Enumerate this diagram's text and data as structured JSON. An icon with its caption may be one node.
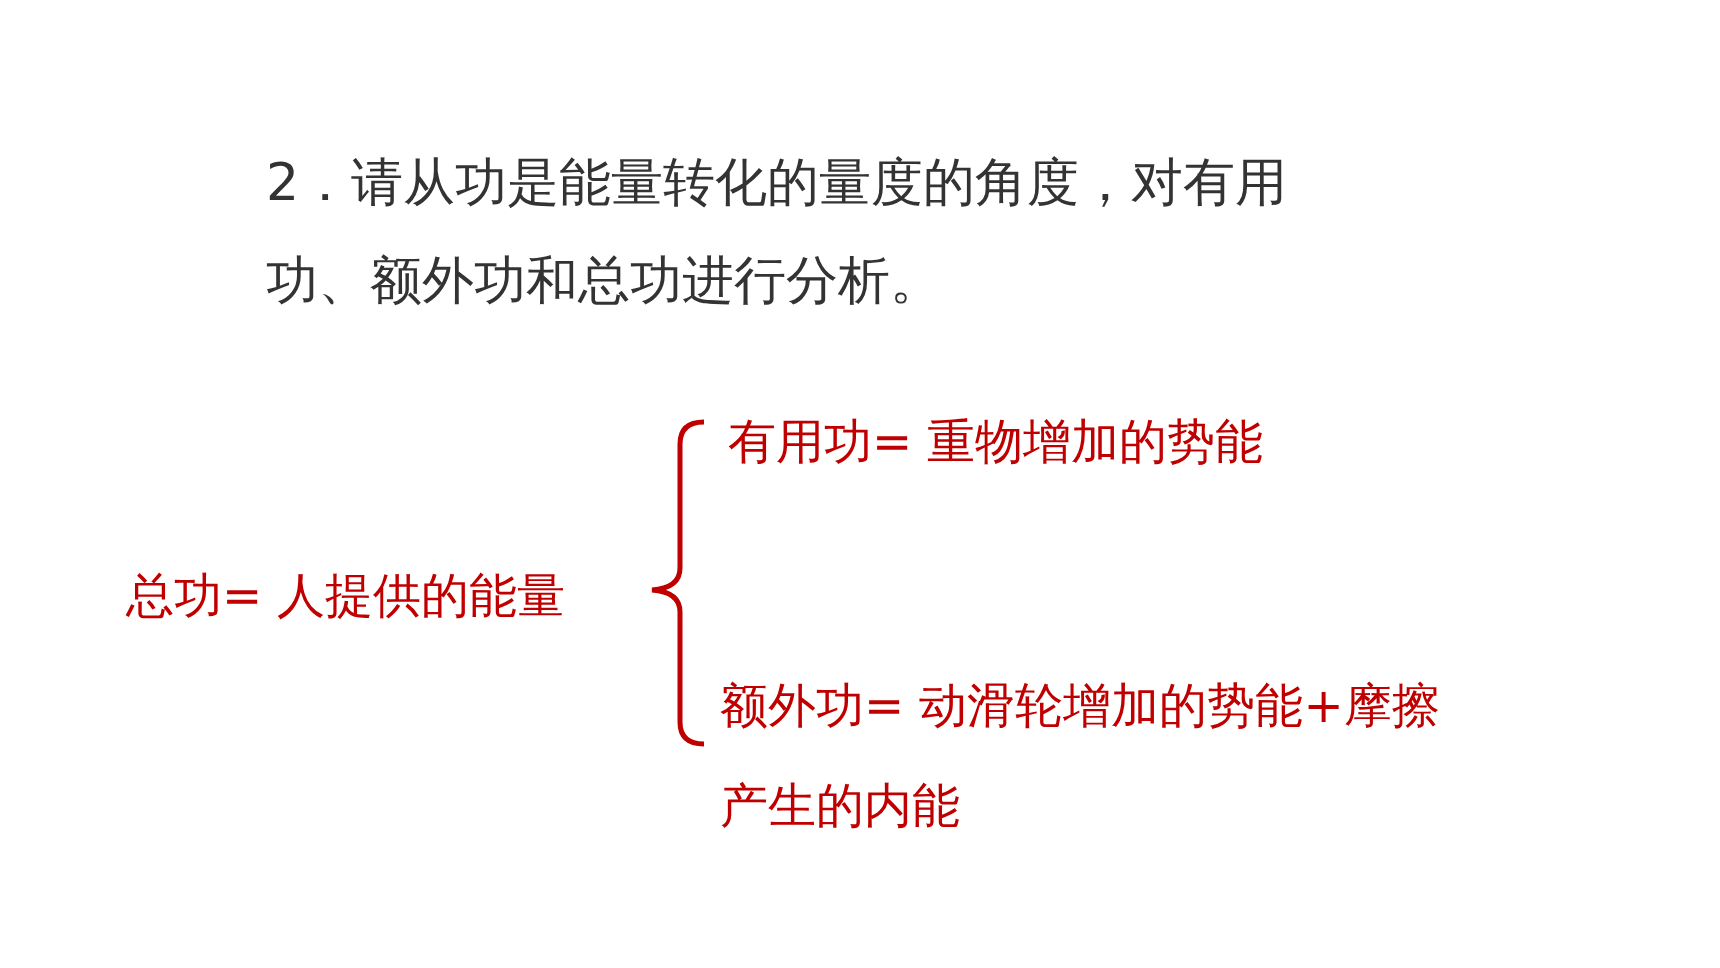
{
  "diagram": {
    "title": "2．请从功是能量转化的量度的角度，对有用功、额外功和总功进行分析。",
    "nodes": [
      {
        "text": [
          "总功= 人提供的能量"
        ]
      },
      {
        "text": [
          "有用功= 重物增加的势能"
        ]
      },
      {
        "text": [
          "额外功= 动滑轮增加的势能+摩擦产生的内能"
        ]
      }
    ]
  }
}
